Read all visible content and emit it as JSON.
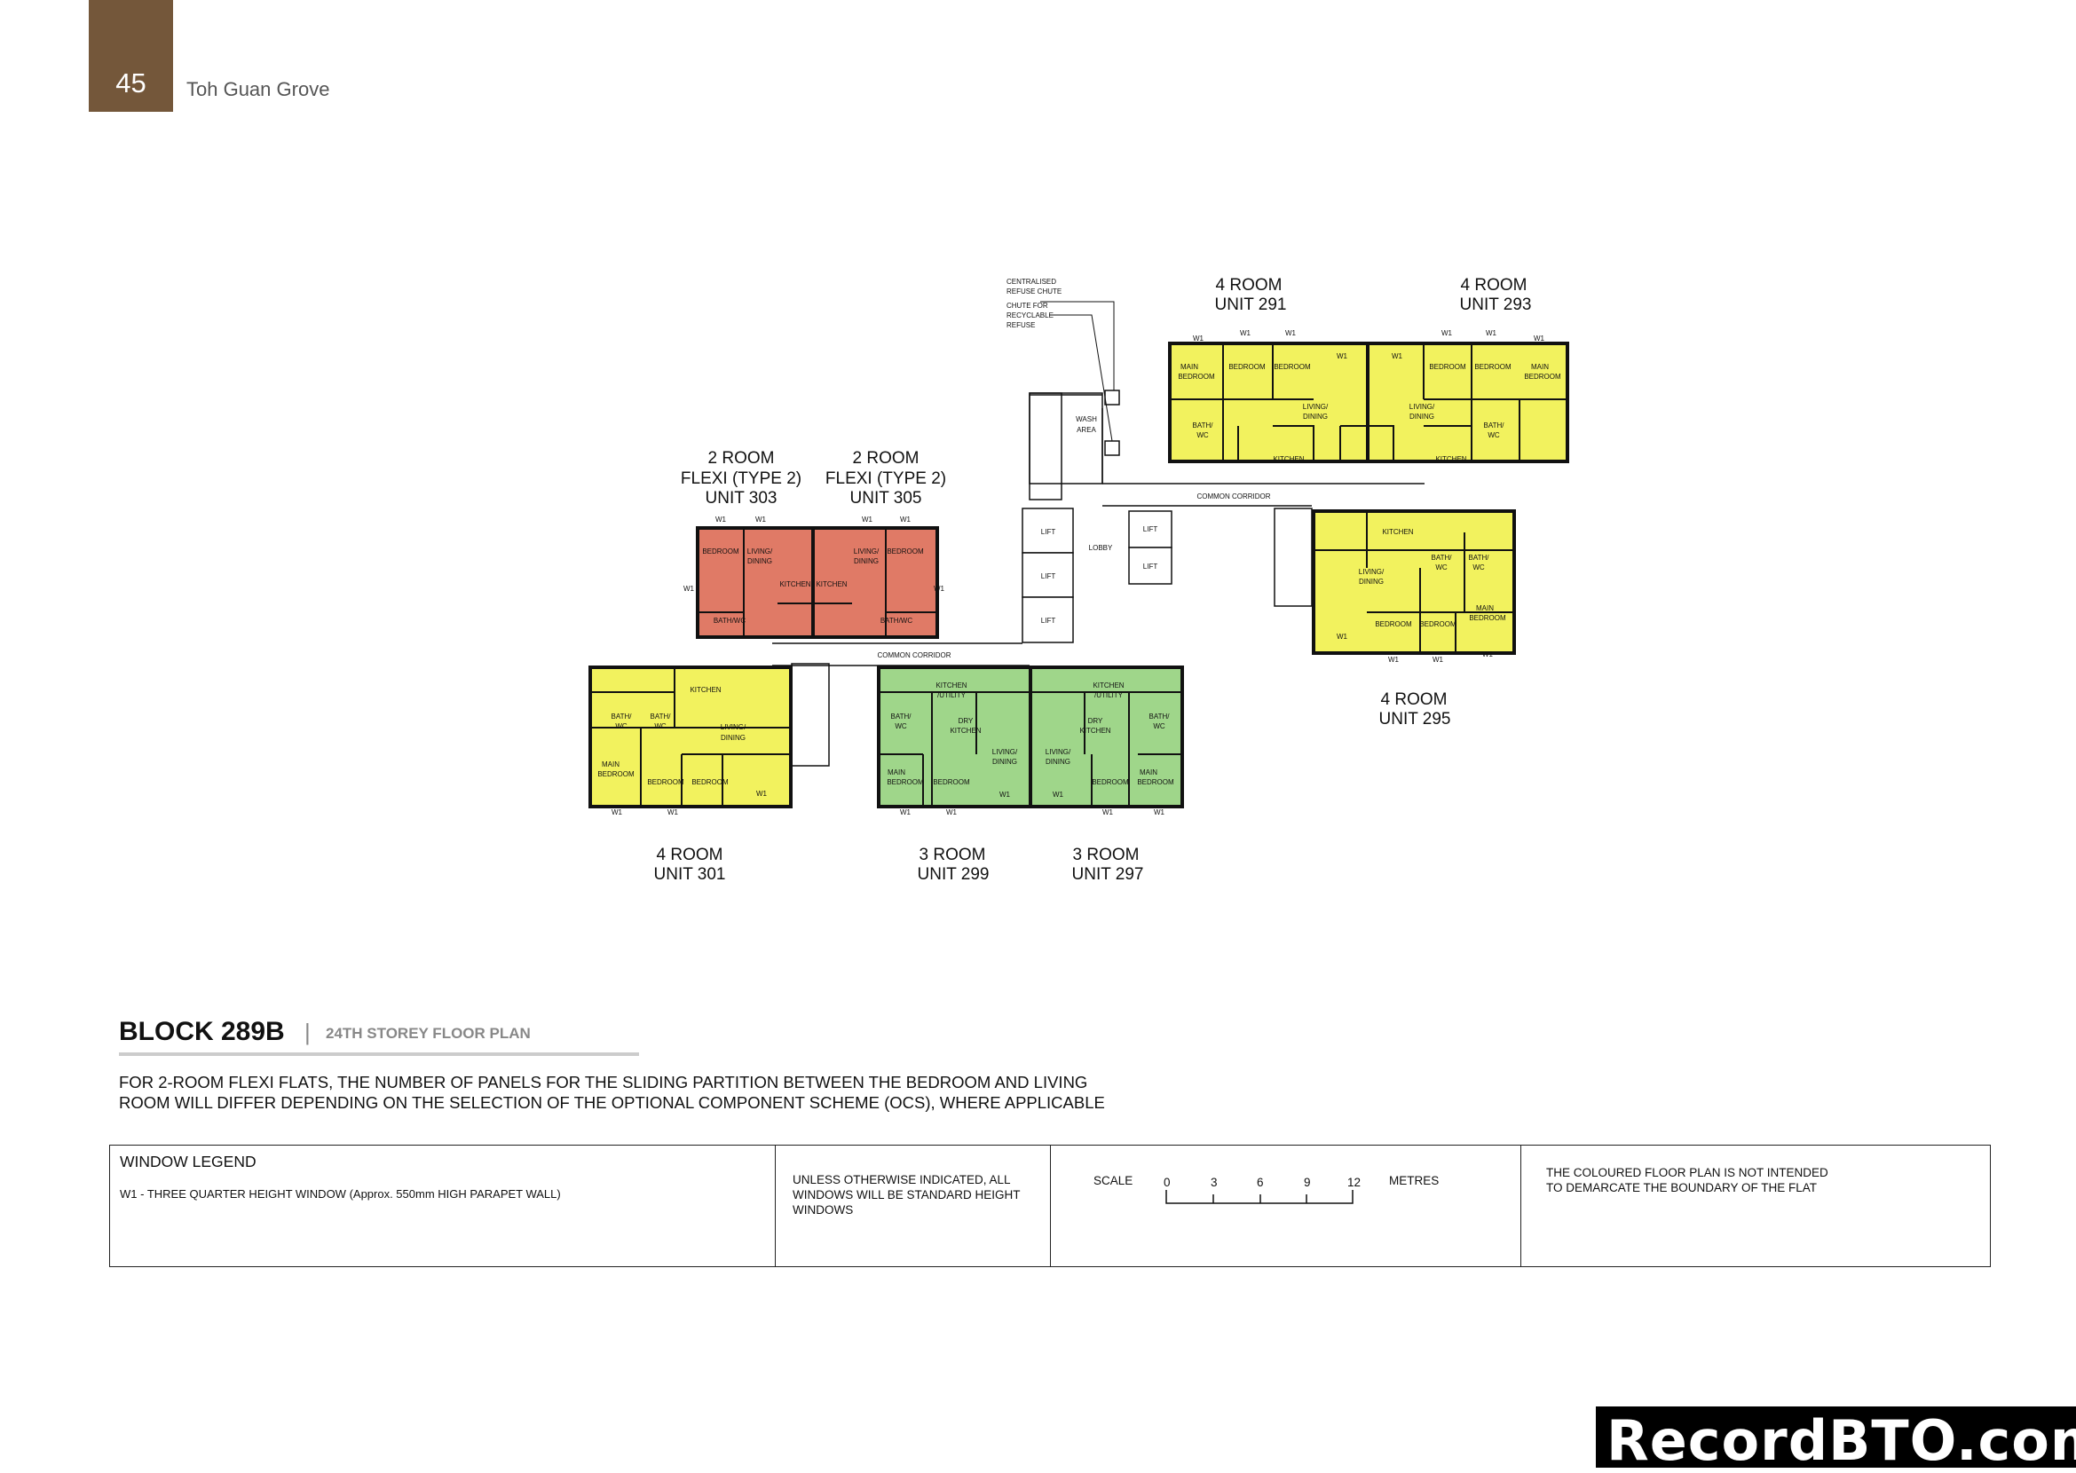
{
  "header": {
    "page_number": "45",
    "title": "Toh Guan Grove"
  },
  "colors": {
    "brand": "#74573a",
    "four_room": "#f2f25e",
    "three_room": "#9fd68a",
    "two_room_flexi": "#e07a66"
  },
  "plan": {
    "units": {
      "u291": {
        "type": "4 ROOM",
        "unit": "UNIT 291"
      },
      "u293": {
        "type": "4 ROOM",
        "unit": "UNIT 293"
      },
      "u303": {
        "type": "2 ROOM",
        "subtype": "FLEXI (TYPE 2)",
        "unit": "UNIT 303"
      },
      "u305": {
        "type": "2 ROOM",
        "subtype": "FLEXI (TYPE 2)",
        "unit": "UNIT 305"
      },
      "u301": {
        "type": "4 ROOM",
        "unit": "UNIT 301"
      },
      "u299": {
        "type": "3 ROOM",
        "unit": "UNIT 299"
      },
      "u297": {
        "type": "3 ROOM",
        "unit": "UNIT 297"
      },
      "u295": {
        "type": "4 ROOM",
        "unit": "UNIT 295"
      }
    },
    "rooms": {
      "main_bedroom_1": "MAIN",
      "main_bedroom_2": "BEDROOM",
      "bedroom": "BEDROOM",
      "living_1": "LIVING/",
      "living_2": "DINING",
      "bath_1": "BATH/",
      "bath_2": "WC",
      "kitchen": "KITCHEN",
      "kitchen_utility_1": "KITCHEN",
      "kitchen_utility_2": "/UTILITY",
      "dry_kitchen_1": "DRY",
      "dry_kitchen_2": "KITCHEN",
      "bathwc": "BATH/WC",
      "window": "W1",
      "lift": "LIFT",
      "lobby": "LOBBY",
      "wash_area_1": "WASH",
      "wash_area_2": "AREA",
      "common_corridor": "COMMON CORRIDOR"
    },
    "refuse": {
      "centralised": [
        "CENTRALISED",
        "REFUSE CHUTE"
      ],
      "recyclable": [
        "CHUTE FOR",
        "RECYCLABLE",
        "REFUSE"
      ]
    }
  },
  "block": {
    "name": "BLOCK 289B",
    "separator": "|",
    "subtitle": "24TH STOREY FLOOR PLAN"
  },
  "note": [
    "FOR 2-ROOM FLEXI FLATS, THE NUMBER OF PANELS FOR THE SLIDING PARTITION BETWEEN THE BEDROOM AND LIVING",
    "ROOM WILL DIFFER DEPENDING ON THE SELECTION OF THE OPTIONAL COMPONENT SCHEME (OCS), WHERE APPLICABLE"
  ],
  "legend": {
    "window_title": "WINDOW LEGEND",
    "window_w1": "W1 - THREE QUARTER HEIGHT WINDOW (Approx. 550mm HIGH PARAPET WALL)",
    "standard": [
      "UNLESS OTHERWISE INDICATED, ALL",
      "WINDOWS WILL BE STANDARD HEIGHT",
      "WINDOWS"
    ],
    "scale_label": "SCALE",
    "scale_ticks": [
      "0",
      "3",
      "6",
      "9",
      "12"
    ],
    "scale_unit": "METRES",
    "disclaimer": [
      "THE COLOURED FLOOR PLAN IS NOT INTENDED",
      "TO DEMARCATE THE BOUNDARY OF THE FLAT"
    ]
  },
  "watermark": "RecordBTO.com"
}
